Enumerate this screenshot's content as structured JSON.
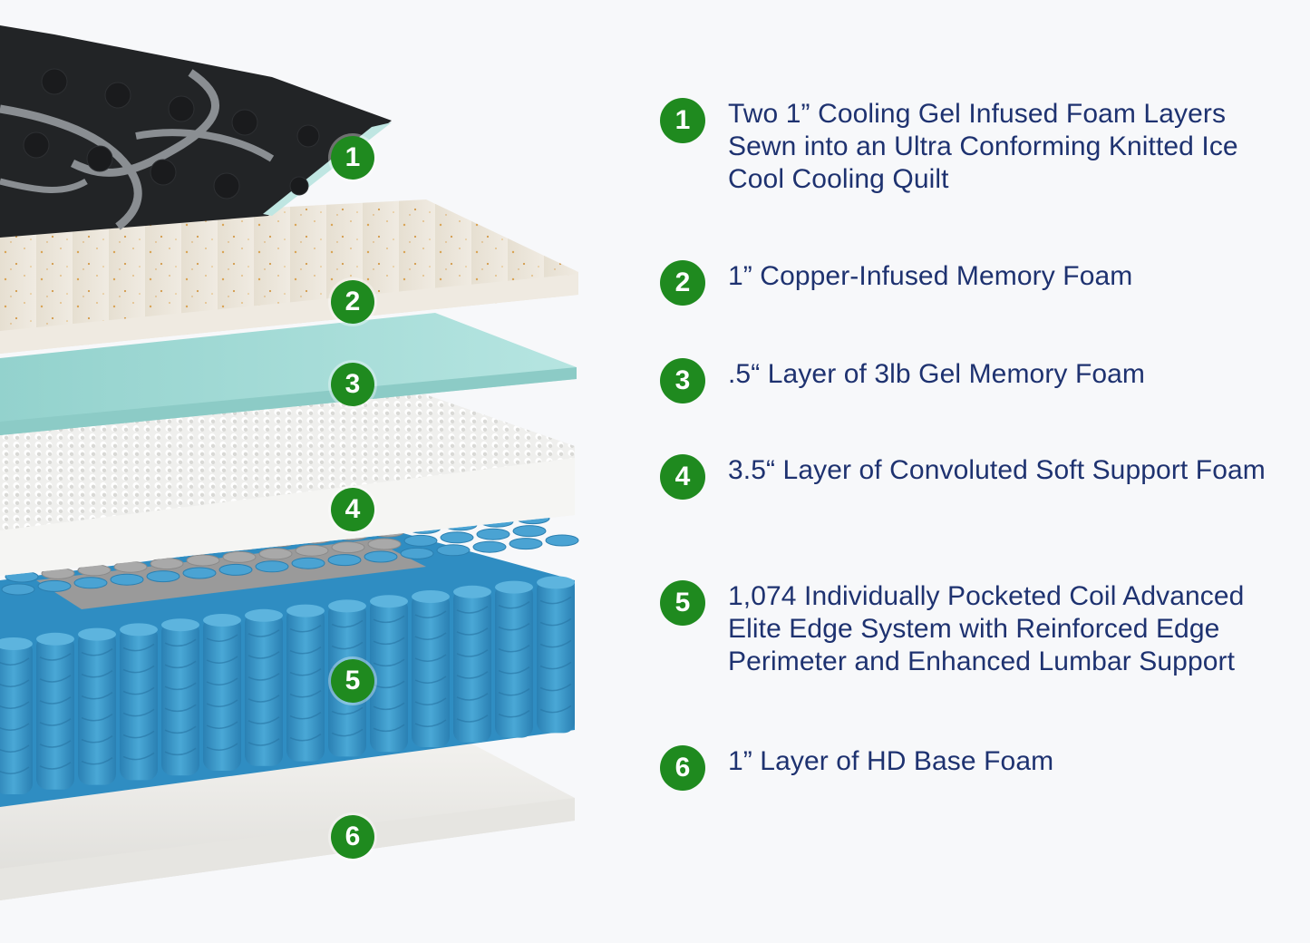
{
  "colors": {
    "background": "#f7f8fa",
    "badge_green": "#1f8a1f",
    "text_navy": "#1e3270",
    "quilt_black": "#222426",
    "copper_foam": "#ece6db",
    "gel_foam": "#a4dcd8",
    "convoluted_foam": "#f1f1ef",
    "coil_blue": "#3a97c8",
    "base_foam": "#e9e8e4"
  },
  "layers": [
    {
      "number": "1",
      "icon": "layer-1-quilt",
      "description": "Two 1” Cooling Gel Infused Foam Layers Sewn into an Ultra Conforming Knitted Ice Cool Cooling Quilt"
    },
    {
      "number": "2",
      "icon": "layer-2-copper-foam",
      "description": "1” Copper-Infused Memory Foam"
    },
    {
      "number": "3",
      "icon": "layer-3-gel-foam",
      "description": ".5“ Layer of 3lb Gel Memory Foam"
    },
    {
      "number": "4",
      "icon": "layer-4-convoluted-foam",
      "description": "3.5“ Layer of Convoluted Soft Support Foam"
    },
    {
      "number": "5",
      "icon": "layer-5-pocketed-coils",
      "description": "1,074 Individually Pocketed Coil Advanced Elite Edge System with Reinforced Edge Perimeter and Enhanced Lumbar Support"
    },
    {
      "number": "6",
      "icon": "layer-6-base-foam",
      "description": "1” Layer of HD Base Foam"
    }
  ]
}
